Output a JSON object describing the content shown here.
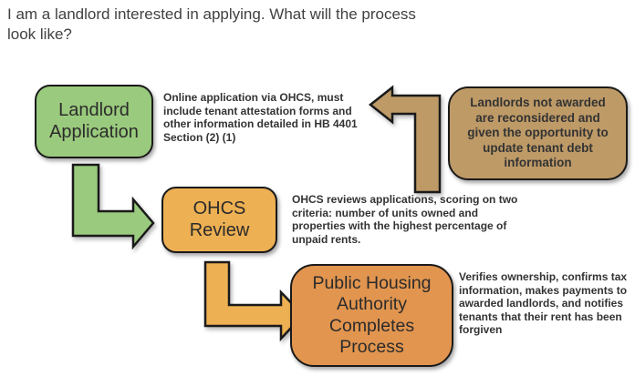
{
  "page": {
    "title": "I am a landlord  interested in applying. What will the process look like?"
  },
  "colors": {
    "green": "#9ACA7D",
    "amber": "#EDB053",
    "orange": "#E2954F",
    "tan": "#BE9A67",
    "outline": "#1a1a1a"
  },
  "flow": {
    "steps": [
      {
        "label": "Landlord Application",
        "note": "Online application via OHCS, must include tenant attestation forms and other information detailed in HB 4401 Section (2) (1)"
      },
      {
        "label": "OHCS Review",
        "note": "OHCS reviews applications, scoring on two criteria: number of units owned and properties with the highest percentage of unpaid rents."
      },
      {
        "label": "Public Housing Authority Completes Process",
        "note": "Verifies ownership, confirms tax information, makes payments to awarded landlords, and notifies tenants that their rent has been forgiven"
      }
    ],
    "feedback_note": "Landlords not awarded are reconsidered and given the opportunity to update tenant debt information"
  }
}
